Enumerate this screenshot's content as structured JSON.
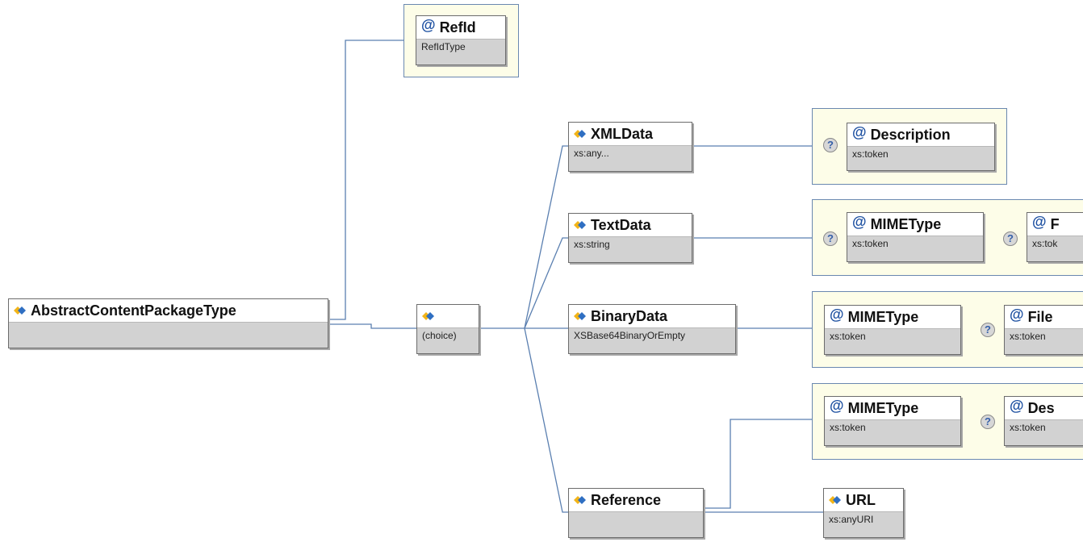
{
  "root": {
    "name": "AbstractContentPackageType",
    "type": ""
  },
  "refid": {
    "name": "RefId",
    "type": "RefIdType",
    "marker": "@"
  },
  "choice": {
    "label": "(choice)"
  },
  "optional_marker": "?",
  "elements": {
    "xmldata": {
      "name": "XMLData",
      "type": "xs:any..."
    },
    "textdata": {
      "name": "TextData",
      "type": "xs:string"
    },
    "binarydata": {
      "name": "BinaryData",
      "type": "XSBase64BinaryOrEmpty"
    },
    "reference": {
      "name": "Reference",
      "type": ""
    },
    "url": {
      "name": "URL",
      "type": "xs:anyURI"
    }
  },
  "attributes": {
    "xmldata_description": {
      "name": "Description",
      "type": "xs:token",
      "marker": "@"
    },
    "textdata_mimetype": {
      "name": "MIMEType",
      "type": "xs:token",
      "marker": "@"
    },
    "textdata_f": {
      "name": "F",
      "type": "xs:tok",
      "marker": "@"
    },
    "binarydata_mimetype": {
      "name": "MIMEType",
      "type": "xs:token",
      "marker": "@"
    },
    "binarydata_file": {
      "name": "File",
      "type": "xs:token",
      "marker": "@"
    },
    "reference_mimetype": {
      "name": "MIMEType",
      "type": "xs:token",
      "marker": "@"
    },
    "reference_des": {
      "name": "Des",
      "type": "xs:token",
      "marker": "@"
    }
  },
  "colors": {
    "connector": "#5a7fb0",
    "group_bg": "#fdfde8",
    "group_border": "#6a88b0",
    "node_type_bg": "#d2d2d2",
    "element_icon_yellow": "#f2b418",
    "element_icon_blue": "#2f6fc2",
    "attribute_marker": "#1c4fa0"
  }
}
